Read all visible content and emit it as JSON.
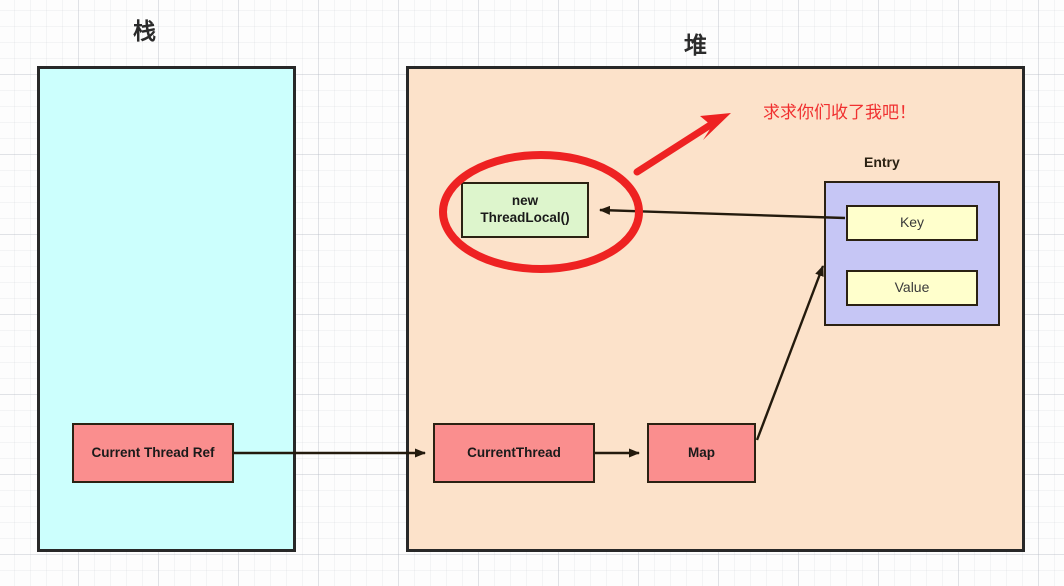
{
  "regions": {
    "stack": {
      "label": "栈",
      "color": "#ccfffd"
    },
    "heap": {
      "label": "堆",
      "color": "#fce2ca"
    }
  },
  "nodes": {
    "thread_local": {
      "label_line1": "new",
      "label_line2": "ThreadLocal()",
      "color": "#ddf5cc"
    },
    "current_thread_ref": {
      "label": "Current Thread Ref",
      "color": "#fa8e8e"
    },
    "current_thread": {
      "label": "CurrentThread",
      "color": "#fa8e8e"
    },
    "map": {
      "label": "Map",
      "color": "#fa8e8e"
    },
    "entry": {
      "label": "Entry",
      "color": "#c6c6f5"
    },
    "key": {
      "label": "Key",
      "color": "#ffffcc"
    },
    "value": {
      "label": "Value",
      "color": "#ffffcc"
    }
  },
  "annotation": {
    "text": "求求你们收了我吧！",
    "color": "#f03030"
  },
  "highlight": {
    "ellipse_color": "#ee2222",
    "arrow_color": "#ee2222"
  },
  "connectors": [
    {
      "name": "ref-to-currentthread",
      "from": "current_thread_ref",
      "to": "current_thread"
    },
    {
      "name": "currentthread-to-map",
      "from": "current_thread",
      "to": "map"
    },
    {
      "name": "map-to-entry",
      "from": "map",
      "to": "entry"
    },
    {
      "name": "key-to-threadlocal",
      "from": "key",
      "to": "thread_local"
    }
  ]
}
